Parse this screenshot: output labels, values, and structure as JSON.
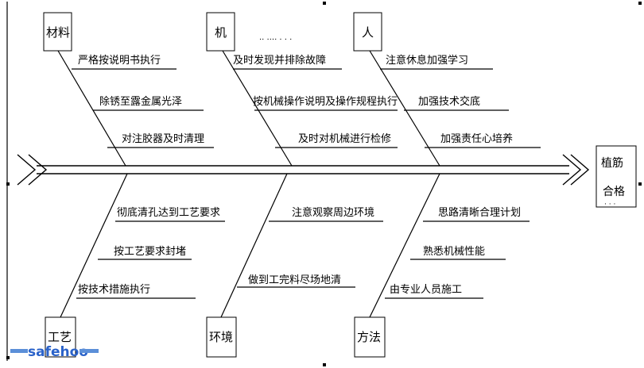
{
  "categories": {
    "material": "材料",
    "machine": "机",
    "people": "人",
    "process": "工艺",
    "environment": "环境",
    "method": "方法"
  },
  "causes": {
    "material": [
      "严格按说明书执行",
      "除锈至露金属光泽",
      "对注胶器及时清理"
    ],
    "machine": [
      "及时发现并排除故障",
      "按机械操作说明及操作规程执行",
      "及时对机械进行检修"
    ],
    "people": [
      "注意休息加强学习",
      "加强技术交底",
      "加强责任心培养"
    ],
    "process": [
      "彻底清孔达到工艺要求",
      "按工艺要求封堵",
      "按技术措施执行"
    ],
    "environment": [
      "注意观察周边环境",
      "做到工完料尽场地清"
    ],
    "method": [
      "思路清晰合理计划",
      "熟悉机械性能",
      "由专业人员施工"
    ]
  },
  "effect": {
    "line1": "植筋",
    "line2": "合格"
  },
  "watermark": "safehoo"
}
